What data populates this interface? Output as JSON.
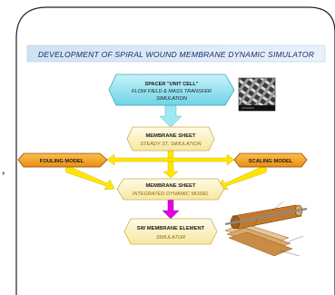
{
  "banner": {
    "title": "DEVELOPMENT OF SPIRAL WOUND MEMBRANE DYNAMIC SIMULATOR"
  },
  "boxes": {
    "spacer": {
      "lines": [
        "SPACER \"UNIT CELL\"",
        "FLOW FIELD & MASS TRANSFER",
        "SIMULATION"
      ]
    },
    "membrane_sheet": {
      "lines": [
        "MEMBRANE SHEET",
        "STEADY ST. SIMULATION"
      ]
    },
    "fouling": {
      "lines": [
        "FOULING MODEL"
      ]
    },
    "scaling": {
      "lines": [
        "SCALING MODEL"
      ]
    },
    "integrated": {
      "lines": [
        "MEMBRANE SHEET",
        "INTEGRATED DYNAMIC MODEL"
      ]
    },
    "element": {
      "lines": [
        "SW MEMBRANE ELEMENT",
        "SIMULATOR"
      ]
    }
  },
  "side_mark": ",",
  "images": {
    "spacer_micrograph": "spacer-micrograph-photo",
    "spiral_element": "spiral-wound-element-illustration"
  },
  "colors": {
    "banner_bg": "#dceaf6",
    "banner_text": "#1f2a6b",
    "spacer_fill": "#9fe3ef",
    "membrane_fill": "#fdf2c6",
    "model_fill": "#f6a622",
    "yellow_arrow": "#ffe600",
    "blue_arrow": "#9ee8f2",
    "magenta_arrow": "#e100e6",
    "box_text_dark": "#1b1b1b",
    "box_text_olive": "#8a6d00"
  }
}
